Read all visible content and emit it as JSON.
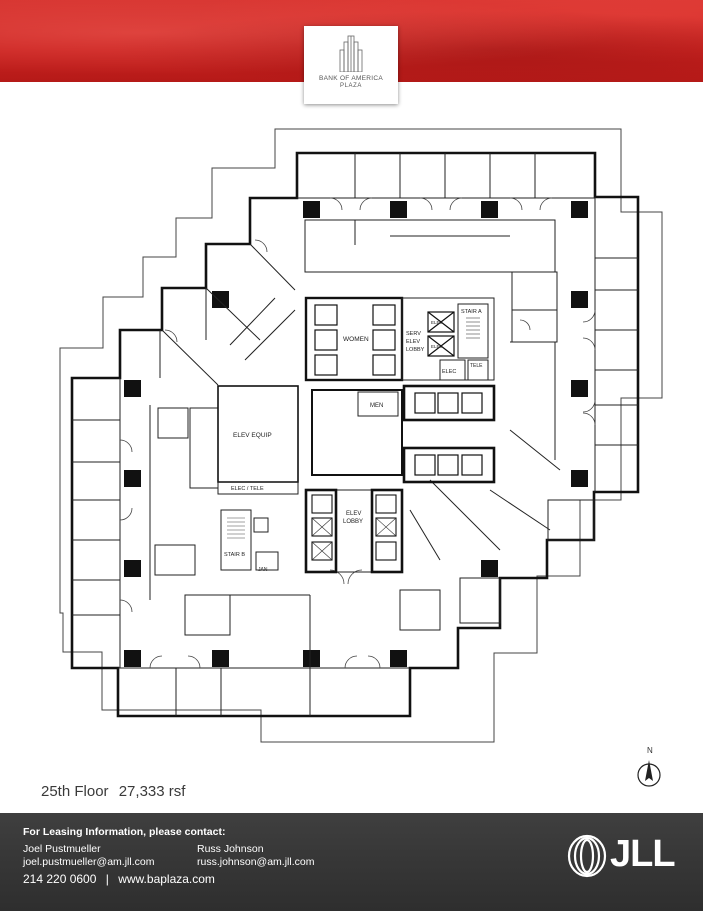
{
  "logo": {
    "name": "BANK OF AMERICA",
    "sub": "PLAZA"
  },
  "plan": {
    "labels": {
      "women": "WOMEN",
      "men": "MEN",
      "elev_equip": "ELEV EQUIP",
      "elec_tele": "ELEC / TELE",
      "elev_lobby": "ELEV",
      "elev_lobby2": "LOBBY",
      "serv_elev_lobby_1": "SERV",
      "serv_elev_lobby_2": "ELEV",
      "serv_elev_lobby_3": "LOBBY",
      "stair_a": "STAIR A",
      "stair_b": "STAIR B",
      "elec": "ELEC",
      "tele": "TELE",
      "elev": "ELEV",
      "jan": "JAN"
    }
  },
  "floor": {
    "name": "25th Floor",
    "rsf": "27,333 rsf"
  },
  "compass": {
    "label": "N"
  },
  "footer": {
    "heading": "For Leasing Information, please contact:",
    "contact1": {
      "name": "Joel Pustmueller",
      "email": "joel.pustmueller@am.jll.com"
    },
    "contact2": {
      "name": "Russ Johnson",
      "email": "russ.johnson@am.jll.com"
    },
    "phone": "214 220 0600",
    "separator": "|",
    "website": "www.baplaza.com",
    "brand": "JLL"
  },
  "colors": {
    "banner_red": "#c8201e",
    "footer_gray": "#333333"
  }
}
